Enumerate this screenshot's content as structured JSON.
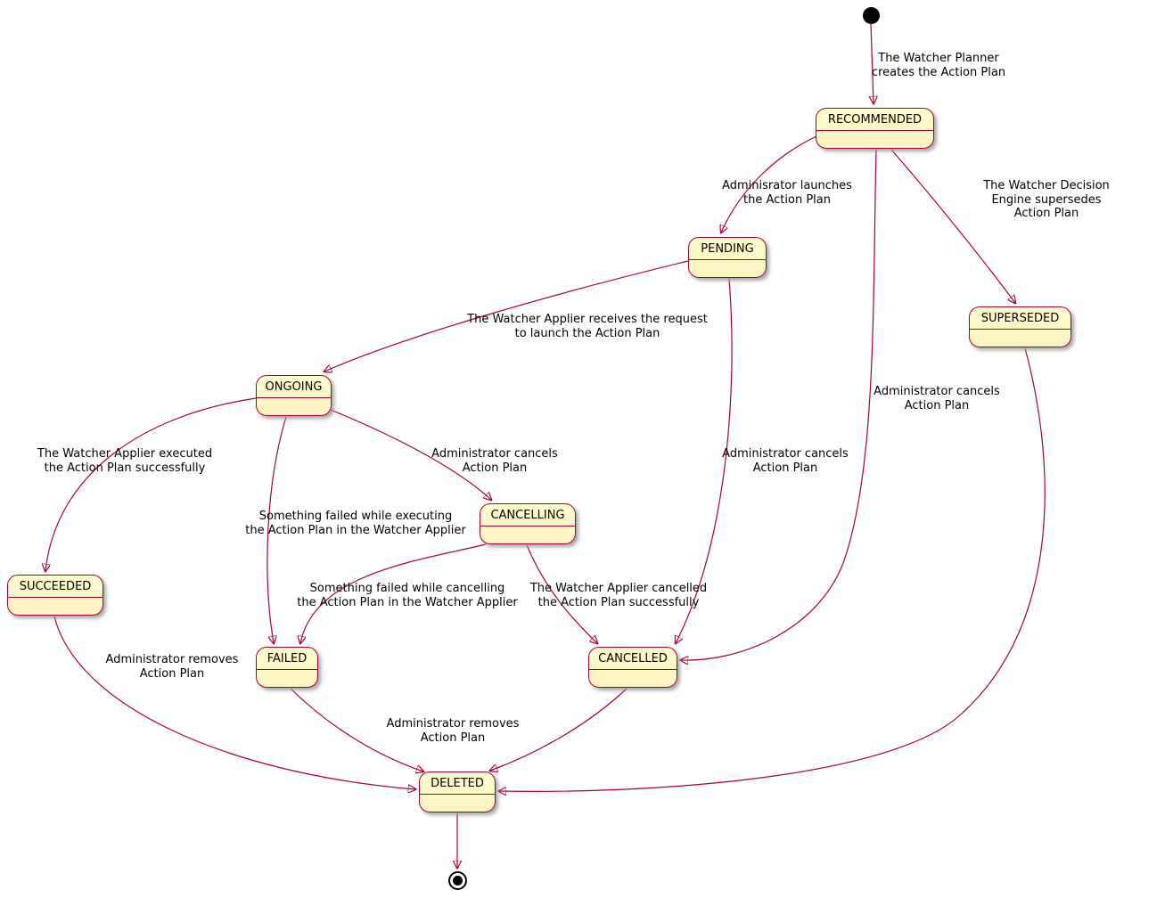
{
  "colors": {
    "state_fill": "#FEFECE",
    "state_border": "#A80036",
    "arrow": "#A80036",
    "text": "#000000"
  },
  "states": {
    "recommended": "RECOMMENDED",
    "pending": "PENDING",
    "superseded": "SUPERSEDED",
    "ongoing": "ONGOING",
    "cancelling": "CANCELLING",
    "succeeded": "SUCCEEDED",
    "failed": "FAILED",
    "cancelled": "CANCELLED",
    "deleted": "DELETED"
  },
  "edge_labels": {
    "start_to_recommended": "The Watcher Planner\ncreates the Action Plan",
    "recommended_to_pending": "Adminisrator launches\nthe Action Plan",
    "recommended_to_superseded": "The Watcher Decision Engine supersedes\nAction Plan",
    "recommended_to_cancelled": "Administrator cancels\nAction Plan",
    "pending_to_ongoing": "The Watcher Applier receives the request\nto launch the Action Plan",
    "pending_to_cancelled": "Administrator cancels\nAction Plan",
    "ongoing_to_succeeded": "The Watcher Applier executed\nthe Action Plan successfully",
    "ongoing_to_cancelling": "Administrator cancels\nAction Plan",
    "ongoing_to_failed": "Something failed while executing\nthe Action Plan in the Watcher Applier",
    "cancelling_to_failed": "Something failed while cancelling\nthe Action Plan in the Watcher Applier",
    "cancelling_to_cancelled": "The Watcher Applier cancelled\nthe Action Plan successfully",
    "succeeded_to_deleted": "Administrator removes\nAction Plan",
    "failed_to_deleted": "Administrator removes\nAction Plan"
  }
}
